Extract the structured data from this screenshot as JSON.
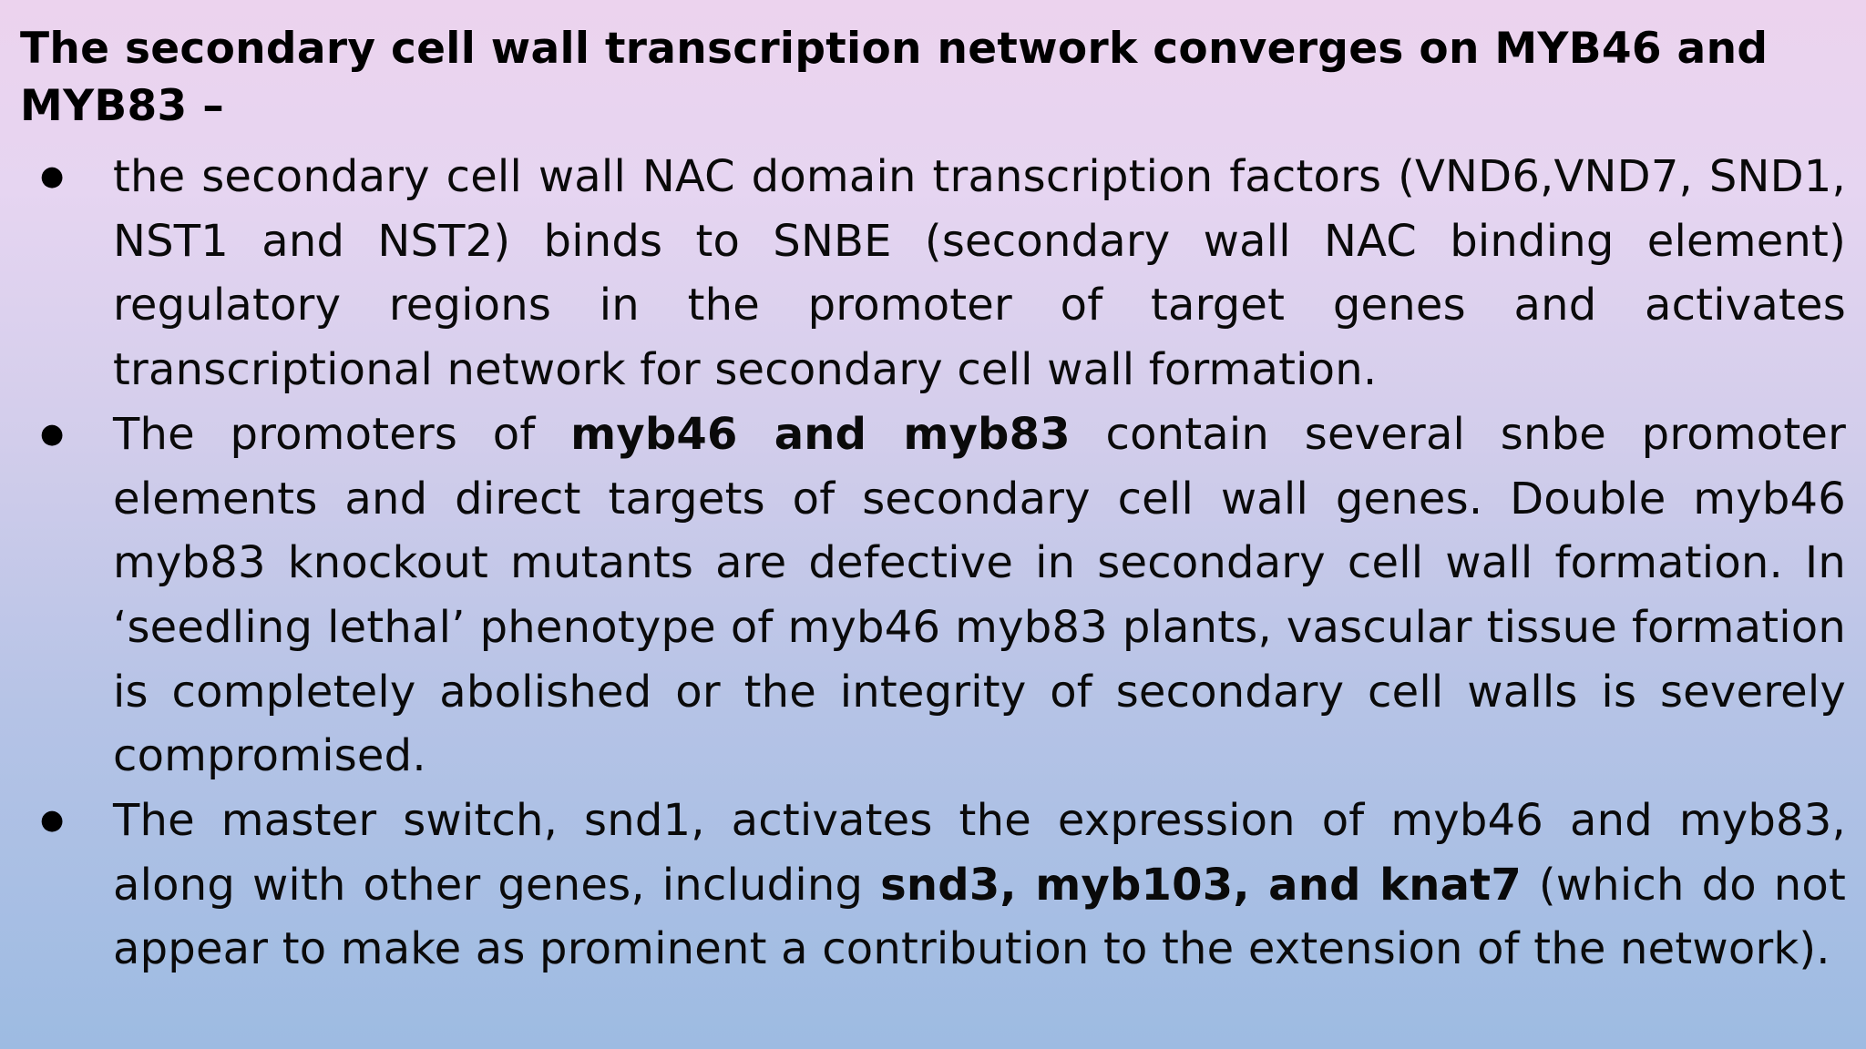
{
  "slide": {
    "title": "The secondary cell wall transcription network converges on MYB46 and  MYB83 –",
    "bullet_symbol": "●",
    "bullets": [
      {
        "parts": [
          " the secondary cell wall NAC domain transcription factors (VND6,VND7, SND1, NST1 and NST2) binds to SNBE (secondary wall NAC binding element) regulatory regions in the promoter of target genes and activates transcriptional network for secondary cell wall formation."
        ]
      },
      {
        "parts": [
          "The promoters of ",
          "myb46 and myb83",
          " contain several snbe promoter elements and direct targets of secondary cell wall genes. Double myb46 myb83 knockout mutants are defective in secondary cell wall formation.  In ‘seedling lethal’  phenotype of  myb46 myb83  plants, vascular tissue formation is completely abolished or the integrity of secondary cell walls is severely compromised."
        ]
      },
      {
        "parts": [
          "The master switch,  snd1, activates the expression of  myb46  and  myb83, along with other genes, including  ",
          "snd3,  myb103, and  knat7",
          " (which do not appear to make  as prominent  a contribution  to the  extension  of the network)."
        ]
      }
    ]
  }
}
